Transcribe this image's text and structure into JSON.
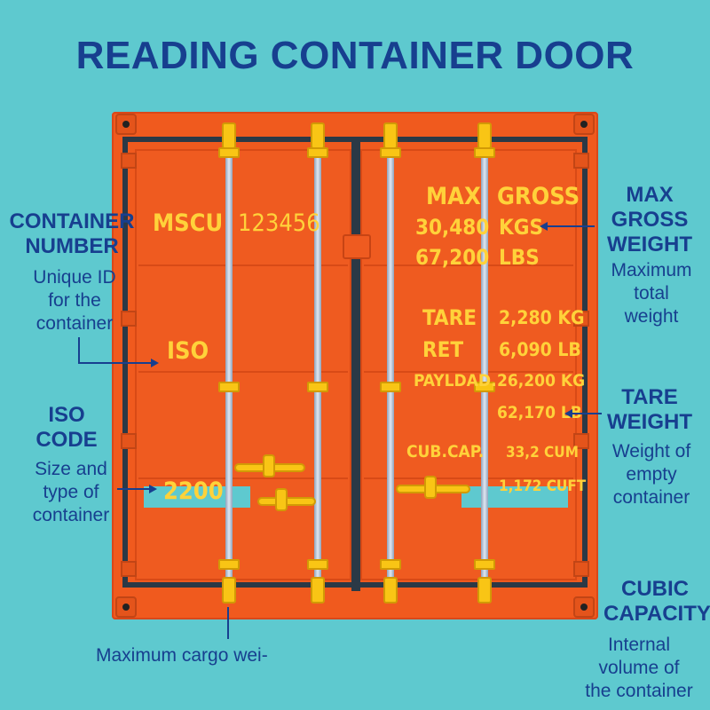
{
  "title": "READING CONTAINER DOOR",
  "door_text": {
    "mscu": "MSCU",
    "number": "123456",
    "iso": "ISO",
    "iso_code": "2200",
    "max": "MAX",
    "gross": "GROSS",
    "gross_kgs_value": "30,480",
    "gross_kgs_unit": "KGS",
    "gross_lbs_value": "67,200",
    "gross_lbs_unit": "LBS",
    "tare": "TARE",
    "tare_value": "2,280 KG",
    "ret": "RET",
    "ret_value": "6,090 LB",
    "payload": "PAYLDAD.",
    "payload_kg": "26,200 KG",
    "payload_lb": "62,170 LB",
    "cubcap": "CUB.CAP.",
    "cubcap_cum": "33,2 CUM",
    "cubcap_cuft": "1,172 CUFT"
  },
  "labels": {
    "container_number": {
      "heading_1": "CONTAINER",
      "heading_2": "NUMBER",
      "desc_1": "Unique ID",
      "desc_2": "for the",
      "desc_3": "container"
    },
    "iso_code": {
      "heading_1": "ISO",
      "heading_2": "CODE",
      "desc_1": "Size and",
      "desc_2": "type of",
      "desc_3": "container"
    },
    "max_gross": {
      "heading_1": "MAX",
      "heading_2": "GROSS",
      "heading_3": "WEIGHT",
      "desc_1": "Maximum",
      "desc_2": "total",
      "desc_3": "weight"
    },
    "tare_weight": {
      "heading_1": "TARE",
      "heading_2": "WEIGHT",
      "desc_1": "Weight of",
      "desc_2": "empty",
      "desc_3": "container"
    },
    "cubic_capacity": {
      "heading_1": "CUBIC",
      "heading_2": "CAPACITY",
      "desc_1": "Internal",
      "desc_2": "volume of",
      "desc_3": "the container"
    },
    "bottom": "Maximum cargo wei-"
  }
}
